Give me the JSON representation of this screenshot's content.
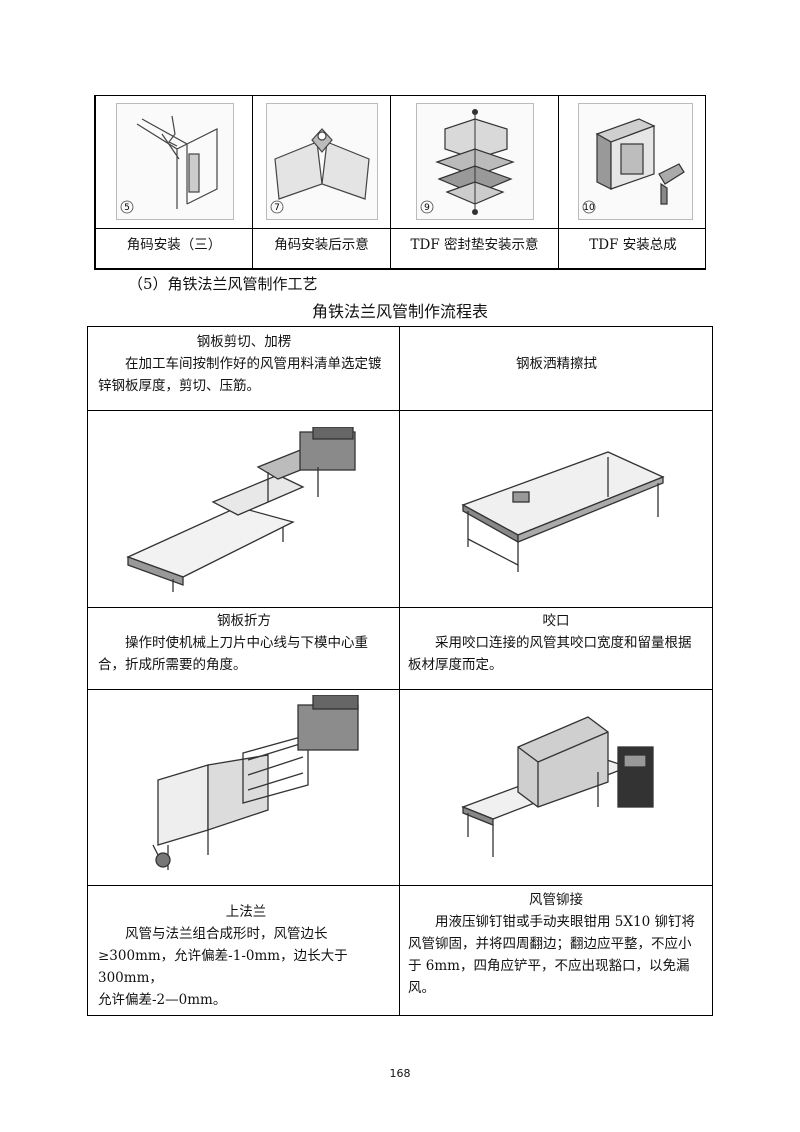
{
  "top_table": {
    "figures": [
      {
        "label": "5",
        "icon": "corner-bracket-install-icon"
      },
      {
        "label": "7",
        "icon": "corner-bracket-installed-icon"
      },
      {
        "label": "9",
        "icon": "tdf-gasket-install-icon"
      },
      {
        "label": "10",
        "icon": "tdf-assembly-icon"
      }
    ],
    "captions": [
      "角码安装（三）",
      "角码安装后示意",
      "TDF 密封垫安装示意",
      "TDF 安装总成"
    ]
  },
  "section_heading": "（5）角铁法兰风管制作工艺",
  "flow_table_title": "角铁法兰风管制作流程表",
  "flow_table": {
    "row1": {
      "left_title": "钢板剪切、加楞",
      "left_body": "在加工车间按制作好的风管用料清单选定镀锌钢板厚度，剪切、压筋。",
      "right_title": "钢板洒精擦拭"
    },
    "images1": {
      "left_icon": "shearing-machine-icon",
      "right_icon": "work-table-icon"
    },
    "row2": {
      "left_title": "钢板折方",
      "left_body": "操作时使机械上刀片中心线与下模中心重合，折成所需要的角度。",
      "right_title": "咬口",
      "right_body": "采用咬口连接的风管其咬口宽度和留量根据板材厚度而定。"
    },
    "images2": {
      "left_icon": "folding-line-icon",
      "right_icon": "seaming-machine-icon"
    },
    "row3": {
      "left_title": "上法兰",
      "left_body_1": "风管与法兰组合成形时，风管边长",
      "left_body_2": "≥300mm，允许偏差-1-0mm，边长大于 300mm，",
      "left_body_3": "允许偏差-2—0mm。",
      "right_title": "风管铆接",
      "right_body": "用液压铆钉钳或手动夹眼钳用 5X10 铆钉将风管铆固，并将四周翻边；翻边应平整，不应小于 6mm，四角应铲平，不应出现豁口，以免漏风。"
    }
  },
  "page_number": "168"
}
